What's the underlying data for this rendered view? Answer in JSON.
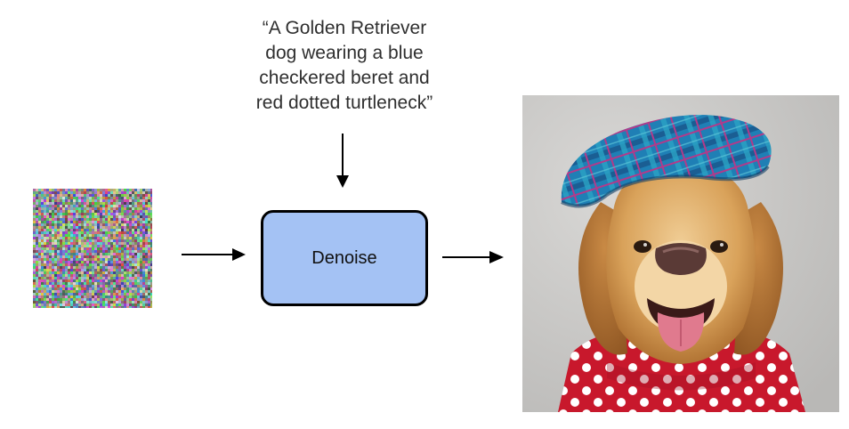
{
  "prompt": {
    "lines": [
      "“A Golden Retriever",
      "dog wearing a blue",
      "checkered beret and",
      "red dotted turtleneck”"
    ]
  },
  "denoise": {
    "label": "Denoise",
    "fill_color": "#a4c2f4",
    "border_color": "#000000"
  },
  "input_image": {
    "kind": "random-noise"
  },
  "output_image": {
    "subject": "golden-retriever-beret-turtleneck"
  },
  "colors": {
    "arrow": "#000000",
    "text": "#2f2f2f"
  }
}
